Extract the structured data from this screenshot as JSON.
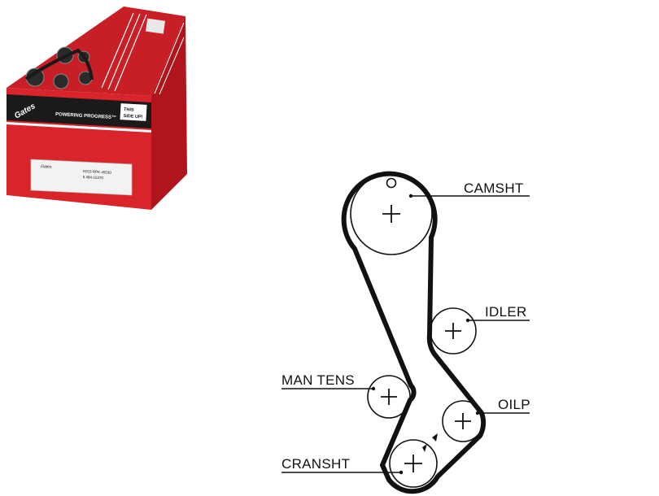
{
  "product_box": {
    "brand": "Gates",
    "slogan": "POWERING PROGRESS™",
    "side_note_line1": "THIS",
    "side_note_line2": "SIDE UP!",
    "sticker_line1": "K015 RPK 45530",
    "sticker_line2": "5.484-15370",
    "colors": {
      "red": "#d9242b",
      "dark_red": "#b0151c",
      "black": "#1a1a1a",
      "white": "#ffffff"
    }
  },
  "diagram": {
    "labels": {
      "camshaft": "CAMSHT",
      "idler": "IDLER",
      "man_tens": "MAN TENS",
      "oil_pump": "OILP",
      "crankshaft": "CRANSHT"
    },
    "colors": {
      "belt": "#111111",
      "pulley": "#111111"
    }
  }
}
